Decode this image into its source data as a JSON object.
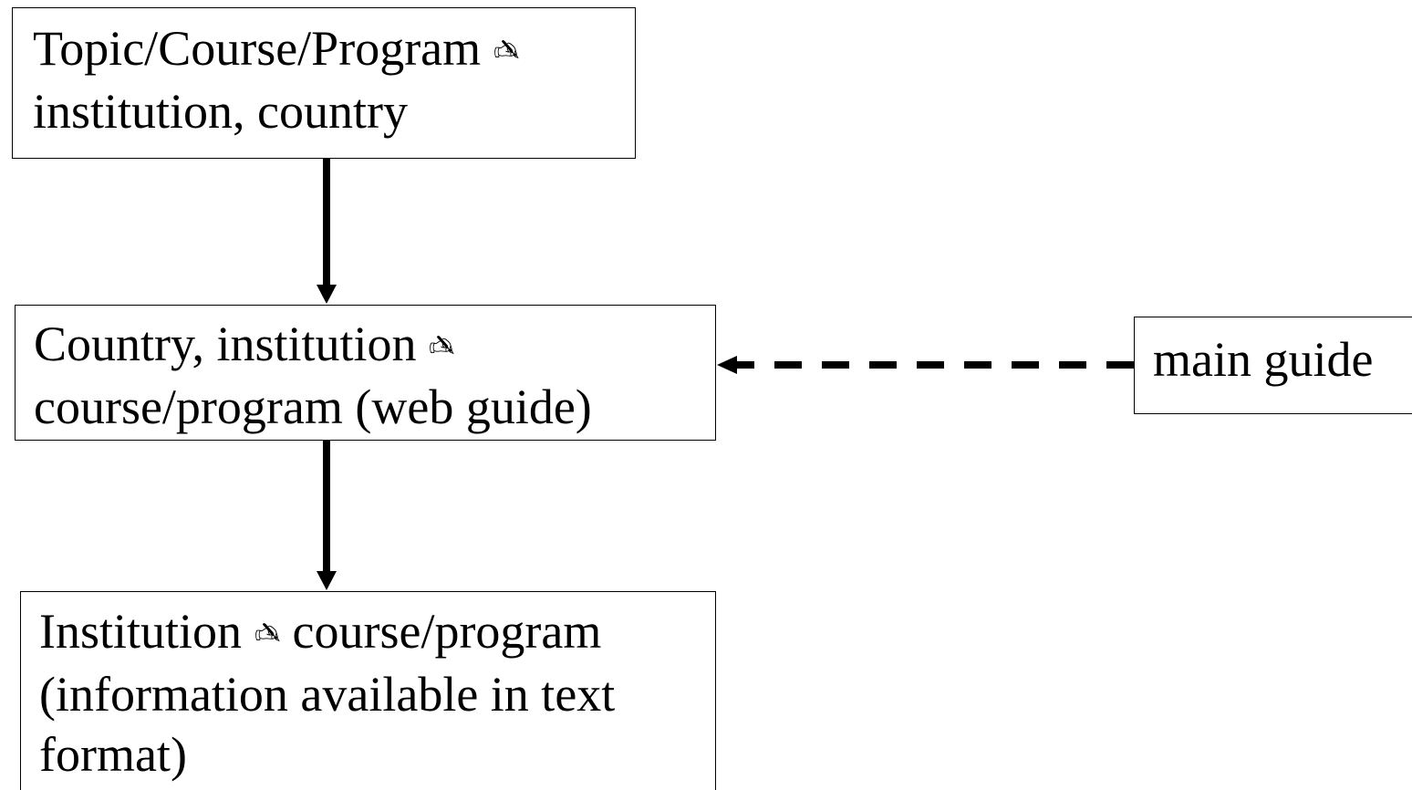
{
  "diagram": {
    "nodes": [
      {
        "id": "topic",
        "lines": [
          "Topic/Course/Program",
          "institution, country"
        ]
      },
      {
        "id": "country",
        "lines": [
          "Country, institution",
          "course/program (web guide)"
        ]
      },
      {
        "id": "institution",
        "lines": [
          "Institution",
          "course/program",
          "(information available in text",
          "format)"
        ]
      },
      {
        "id": "main",
        "lines": [
          "main guide"
        ]
      }
    ],
    "pen_glyph": "✍",
    "edges": [
      {
        "from": "topic",
        "to": "country",
        "style": "solid"
      },
      {
        "from": "country",
        "to": "institution",
        "style": "solid"
      },
      {
        "from": "main",
        "to": "country",
        "style": "dashed"
      }
    ]
  }
}
